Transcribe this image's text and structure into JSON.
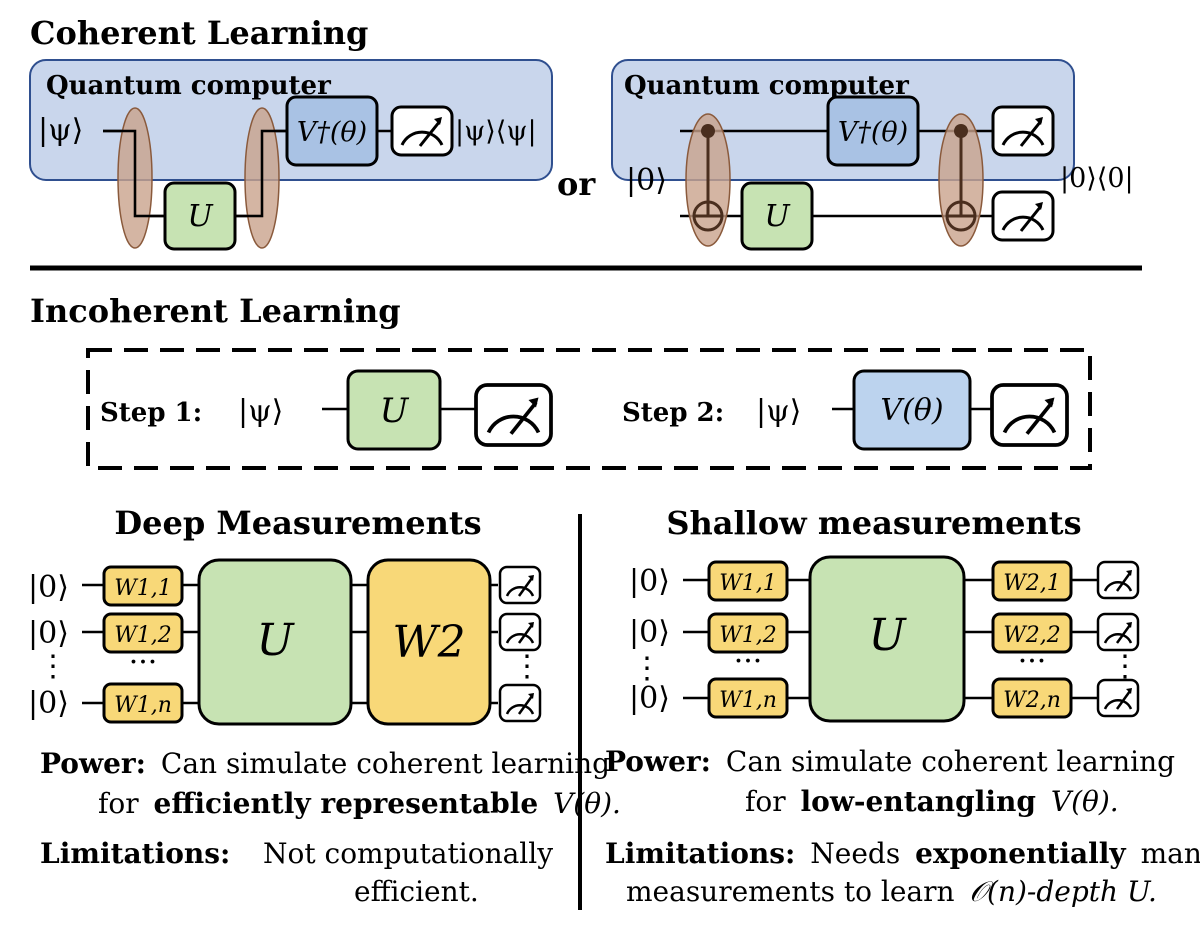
{
  "coherent": {
    "title": "Coherent Learning",
    "left": {
      "qc_label": "Quantum computer",
      "input_ket": "|ψ⟩",
      "gate_u": "U",
      "gate_vdag": "V†(θ)",
      "proj": "|ψ⟩⟨ψ|"
    },
    "or_label": "or",
    "right": {
      "qc_label": "Quantum computer",
      "input_ket": "|0⟩",
      "gate_u": "U",
      "gate_vdag": "V†(θ)",
      "proj": "|0⟩⟨0|"
    }
  },
  "incoherent": {
    "title": "Incoherent Learning",
    "step1_label": "Step 1:",
    "step1_ket": "|ψ⟩",
    "step1_gate": "U",
    "step2_label": "Step 2:",
    "step2_ket": "|ψ⟩",
    "step2_gate": "V(θ)"
  },
  "deep": {
    "title": "Deep Measurements",
    "kets": [
      "|0⟩",
      "|0⟩",
      "|0⟩"
    ],
    "w1_labels": [
      "W1,1",
      "W1,2",
      "W1,n"
    ],
    "ellipsis": "···",
    "vdots": "⋮",
    "gate_u": "U",
    "gate_w2": "W2",
    "power_label": "Power:",
    "power_text": "Can simulate coherent learning",
    "power_text2_pre": "for",
    "power_text2_bold": "efficiently representable",
    "power_text2_post": "V(θ).",
    "limit_label": "Limitations:",
    "limit_text1": "Not computationally",
    "limit_text2": "efficient."
  },
  "shallow": {
    "title": "Shallow measurements",
    "kets": [
      "|0⟩",
      "|0⟩",
      "|0⟩"
    ],
    "w1_labels": [
      "W1,1",
      "W1,2",
      "W1,n"
    ],
    "w2_labels": [
      "W2,1",
      "W2,2",
      "W2,n"
    ],
    "ellipsis": "···",
    "vdots": "⋮",
    "gate_u": "U",
    "power_label": "Power:",
    "power_text": "Can simulate coherent learning",
    "power_text2_pre": "for",
    "power_text2_bold": "low-entangling",
    "power_text2_post": "V(θ).",
    "limit_label": "Limitations:",
    "limit_text1_pre": "Needs",
    "limit_text1_bold": "exponentially",
    "limit_text1_post": "many",
    "limit_text2_pre": "measurements to learn",
    "limit_text2_math": "𝒪(n)-depth U."
  },
  "colors": {
    "qc_fill": "#c9d6ec",
    "qc_stroke": "#2f4f8f",
    "green": "#c7e3b3",
    "blue": "#a9c2e4",
    "blue_light": "#bcd3ee",
    "yellow": "#f8d878",
    "ellipse": "#c9a28c",
    "ellipse_stroke": "#8a5a3c"
  }
}
